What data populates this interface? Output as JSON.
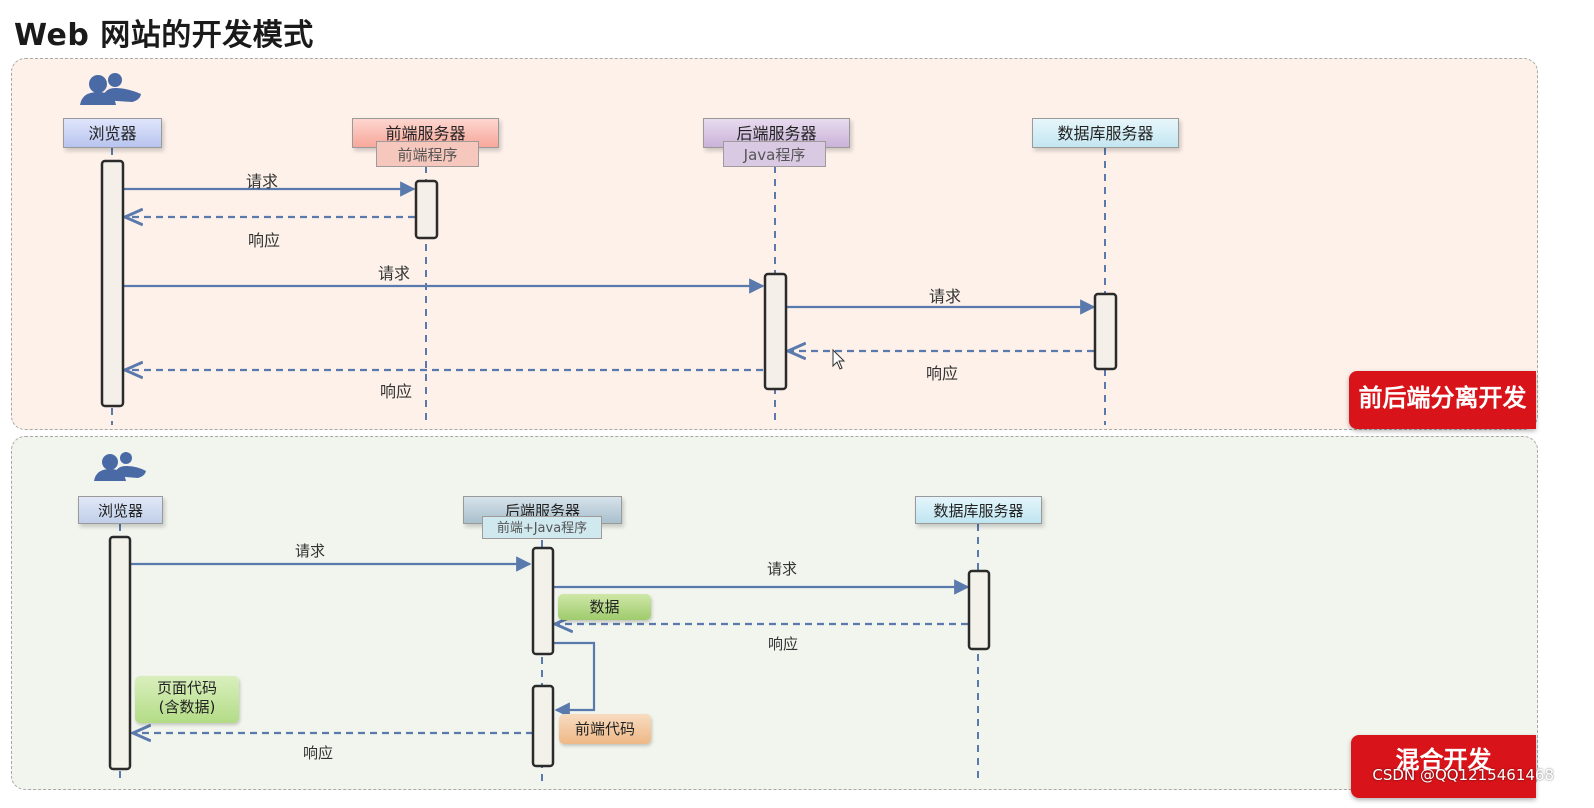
{
  "title": "Web 网站的开发模式",
  "top_section": {
    "badge": "前后端分离开发",
    "actors": {
      "browser": "浏览器",
      "frontend_server": "前端服务器",
      "backend_server": "后端服务器",
      "db_server": "数据库服务器"
    },
    "subs": {
      "frontend_program": "前端程序",
      "java_program": "Java程序"
    },
    "messages": {
      "req1": "请求",
      "resp1": "响应",
      "req2": "请求",
      "req3": "请求",
      "resp3": "响应",
      "resp2": "响应"
    }
  },
  "bottom_section": {
    "badge": "混合开发",
    "actors": {
      "browser": "浏览器",
      "backend_server": "后端服务器",
      "db_server": "数据库服务器"
    },
    "subs": {
      "frontend_java": "前端+Java程序"
    },
    "notes": {
      "data": "数据",
      "page_code_line1": "页面代码",
      "page_code_line2": "(含数据)",
      "frontend_code": "前端代码"
    },
    "messages": {
      "req1": "请求",
      "req2": "请求",
      "resp2": "响应",
      "resp1": "响应"
    }
  },
  "watermark": "CSDN @QQ1215461468",
  "colors": {
    "arrow": "#5a79ad",
    "badge": "#d8141a",
    "browser_actor": "#c9d3f3",
    "frontend_actor": "#fac0b6",
    "backend_actor": "#d9c7e3",
    "db_actor": "#d3eef6",
    "green_note": "#b9dc8c",
    "orange_note": "#f5cfa6"
  },
  "icons": [
    "users-icon"
  ]
}
